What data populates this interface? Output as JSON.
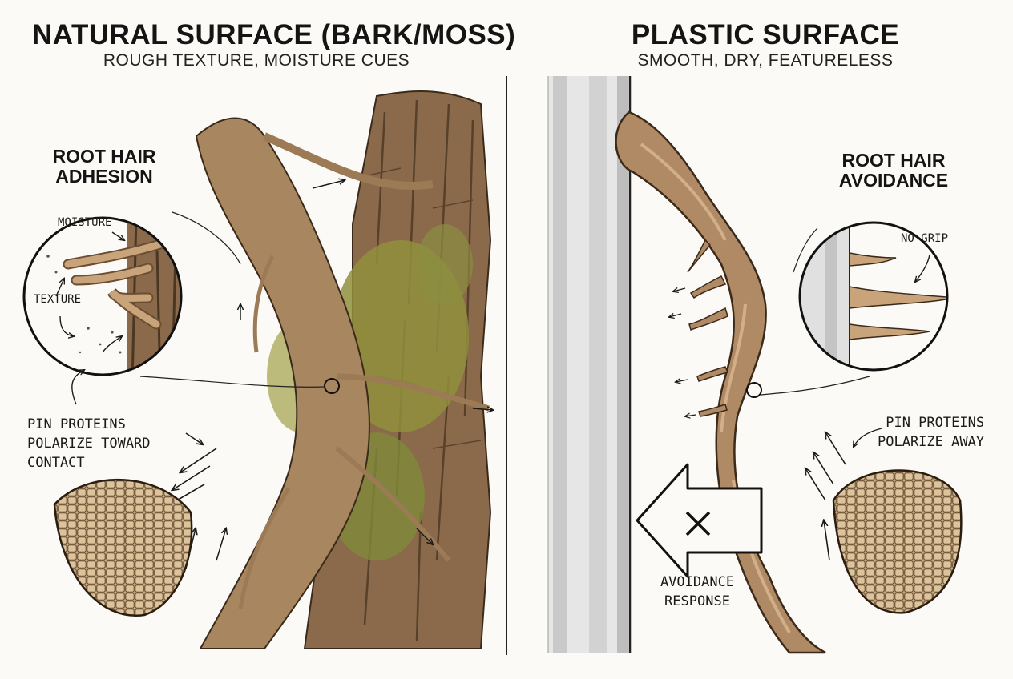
{
  "left_panel": {
    "title": "NATURAL SURFACE (BARK/MOSS)",
    "subtitle": "ROUGH TEXTURE, MOISTURE CUES",
    "inset_heading_line1": "ROOT HAIR",
    "inset_heading_line2": "ADHESION",
    "inset_label_moisture": "MOISTURE",
    "inset_label_texture": "TEXTURE",
    "pin_label_line1": "PIN PROTEINS",
    "pin_label_line2": "POLARIZE TOWARD",
    "pin_label_line3": "CONTACT"
  },
  "right_panel": {
    "title": "PLASTIC SURFACE",
    "subtitle": "SMOOTH, DRY, FEATURELESS",
    "inset_heading_line1": "ROOT HAIR",
    "inset_heading_line2": "AVOIDANCE",
    "inset_label_no_grip": "NO GRIP",
    "pin_label_line1": "PIN PROTEINS",
    "pin_label_line2": "POLARIZE AWAY",
    "avoidance_label_line1": "AVOIDANCE",
    "avoidance_label_line2": "RESPONSE"
  },
  "colors": {
    "bark": "#8a6a4a",
    "root": "#b08a64",
    "moss": "#8f8f3c",
    "plastic": "#d6d6d6",
    "ink": "#141414"
  }
}
